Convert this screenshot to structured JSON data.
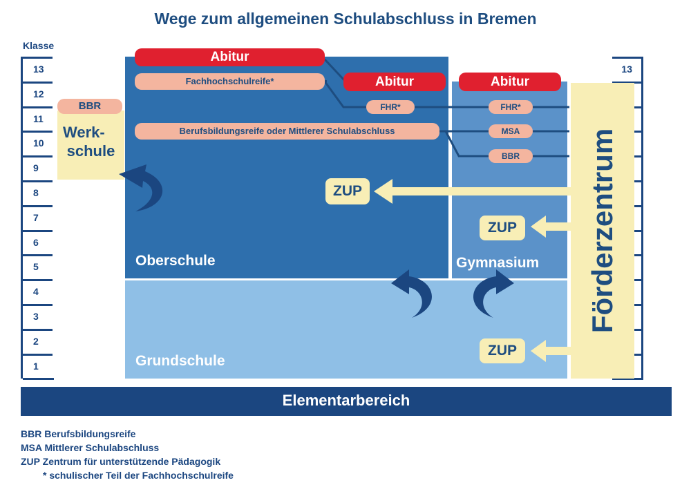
{
  "title": "Wege zum allgemeinen Schulabschluss in Bremen",
  "klasse_label": "Klasse",
  "grades": [
    "13",
    "12",
    "11",
    "10",
    "9",
    "8",
    "7",
    "6",
    "5",
    "4",
    "3",
    "2",
    "1"
  ],
  "blocks": {
    "oberschule": "Oberschule",
    "gymnasium": "Gymnasium",
    "grundschule": "Grundschule",
    "foerderzentrum": "Förderzentrum",
    "elementarbereich": "Elementarbereich",
    "werkschule_line1": "Werk-",
    "werkschule_line2": "schule",
    "werkschule_bbr": "BBR"
  },
  "oberschule_pills": {
    "abitur": "Abitur",
    "fachhochschulreife": "Fachhochschulreife*",
    "bbr_msa": "Berufsbildungsreife oder Mittlerer Schulabschluss"
  },
  "middle_pills": {
    "abitur": "Abitur",
    "fhr": "FHR*"
  },
  "gymnasium_pills": {
    "abitur": "Abitur",
    "fhr": "FHR*",
    "msa": "MSA",
    "bbr": "BBR"
  },
  "zup_labels": [
    "ZUP",
    "ZUP",
    "ZUP"
  ],
  "legend": [
    "BBR Berufsbildungsreife",
    "MSA Mittlerer Schulabschluss",
    "ZUP  Zentrum für unterstützende Pädagogik",
    "* schulischer Teil der Fachhochschulreife"
  ],
  "colors": {
    "dark_blue": "#1b4680",
    "oberschule_blue": "#2e6fad",
    "gymnasium_blue": "#5b92c9",
    "grundschule_blue": "#8fbfe6",
    "cream": "#f8eeb6",
    "abitur_red": "#e0202f",
    "salmon": "#f4b59f"
  }
}
